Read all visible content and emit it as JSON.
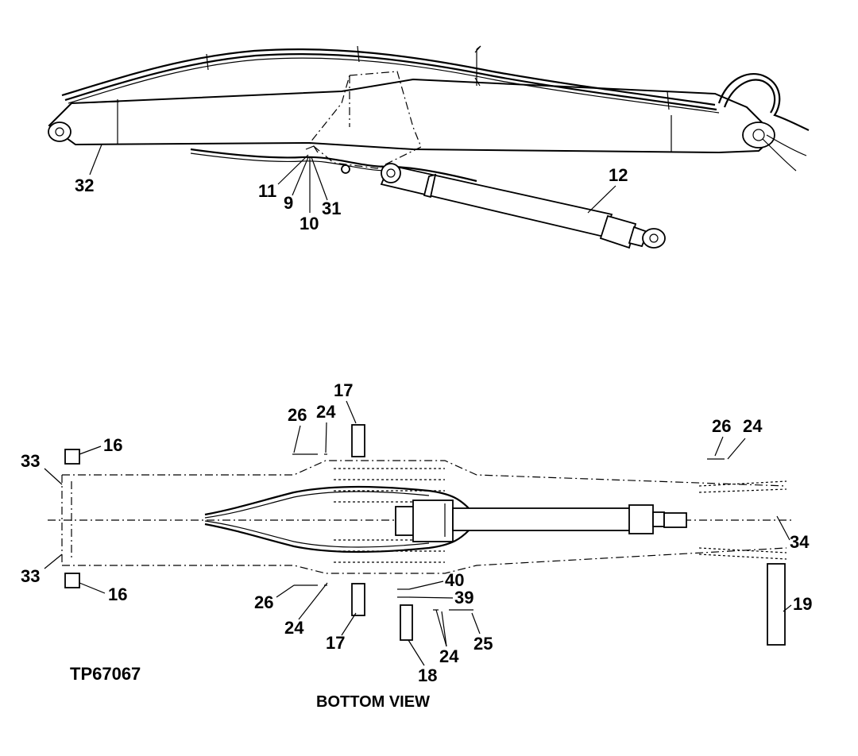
{
  "figure_id": "TP67067",
  "view_caption": "BOTTOM VIEW",
  "side_view_callouts": {
    "c32": "32",
    "c11": "11",
    "c9": "9",
    "c10": "10",
    "c31": "31",
    "c12": "12"
  },
  "bottom_view_callouts": {
    "c33_top": "33",
    "c16_top": "16",
    "c33_bottom": "33",
    "c16_bottom": "16",
    "c26_top_left": "26",
    "c24_top_left": "24",
    "c17_top": "17",
    "c26_top_right": "26",
    "c24_top_right": "24",
    "c34": "34",
    "c19": "19",
    "c26_bottom": "26",
    "c24_bottom_left": "24",
    "c17_bottom": "17",
    "c40": "40",
    "c39": "39",
    "c25": "25",
    "c24_bottom_right": "24",
    "c18": "18"
  }
}
